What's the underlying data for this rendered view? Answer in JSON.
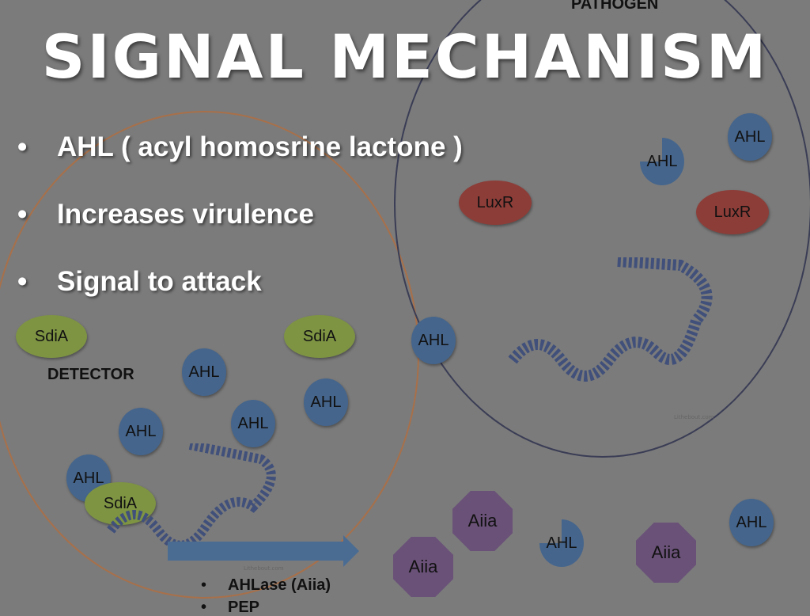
{
  "slide": {
    "title": "SIGNAL MECHANISM",
    "bullets": [
      "AHL ( acyl homosrine lactone )",
      "Increases virulence",
      "Signal to attack"
    ],
    "bullet_char": "•"
  },
  "diagram": {
    "pathogen_label": "PATHOGEN",
    "detector_label": "DETECTOR",
    "ahl": "AHL",
    "luxr": "LuxR",
    "sdia": "SdiA",
    "aiia": "Aiia",
    "caption_items": [
      "AHLase (Aiia)",
      "PEP"
    ],
    "watermark": "Lithebout.com",
    "colors": {
      "ahl": "#45658c",
      "luxr": "#8d3d38",
      "sdia": "#7e9443",
      "aiia": "#6a5178",
      "arrow": "#4a6c93",
      "detector_ring": "#a8704a",
      "pathogen_ring": "#3a3d55"
    }
  }
}
